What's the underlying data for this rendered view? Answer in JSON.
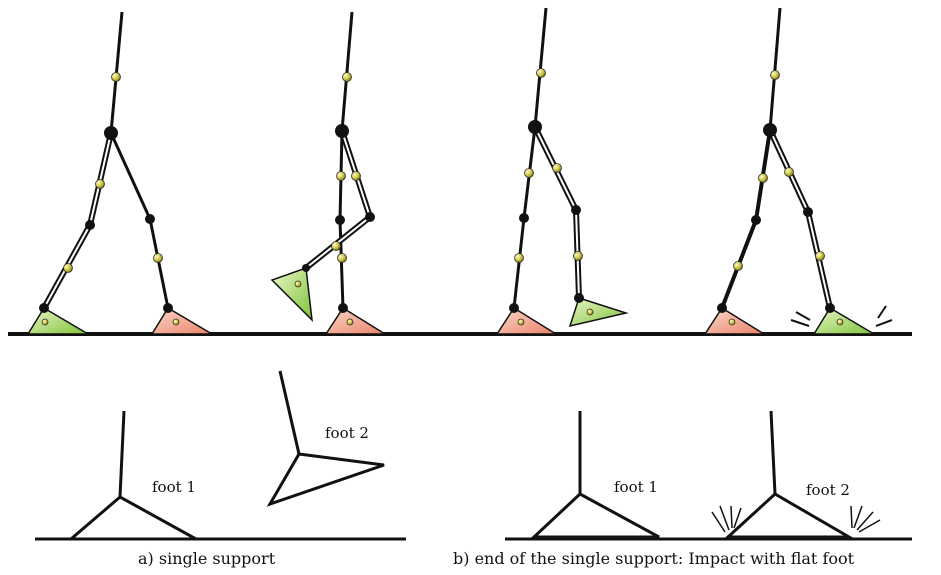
{
  "colors": {
    "ink": "#111111",
    "stance_foot": "#e9826a",
    "stance_foot_light": "#fbd8c8",
    "swing_foot": "#7fc23a",
    "swing_foot_light": "#e9f6c8",
    "joint_small": "#c9c13a",
    "background": "#ffffff"
  },
  "labels": {
    "foot1_a": "foot 1",
    "foot2_a": "foot 2",
    "foot1_b": "foot 1",
    "foot2_b": "foot 2",
    "caption_a": "a) single support",
    "caption_b": "b) end of the single support: Impact with flat foot"
  }
}
